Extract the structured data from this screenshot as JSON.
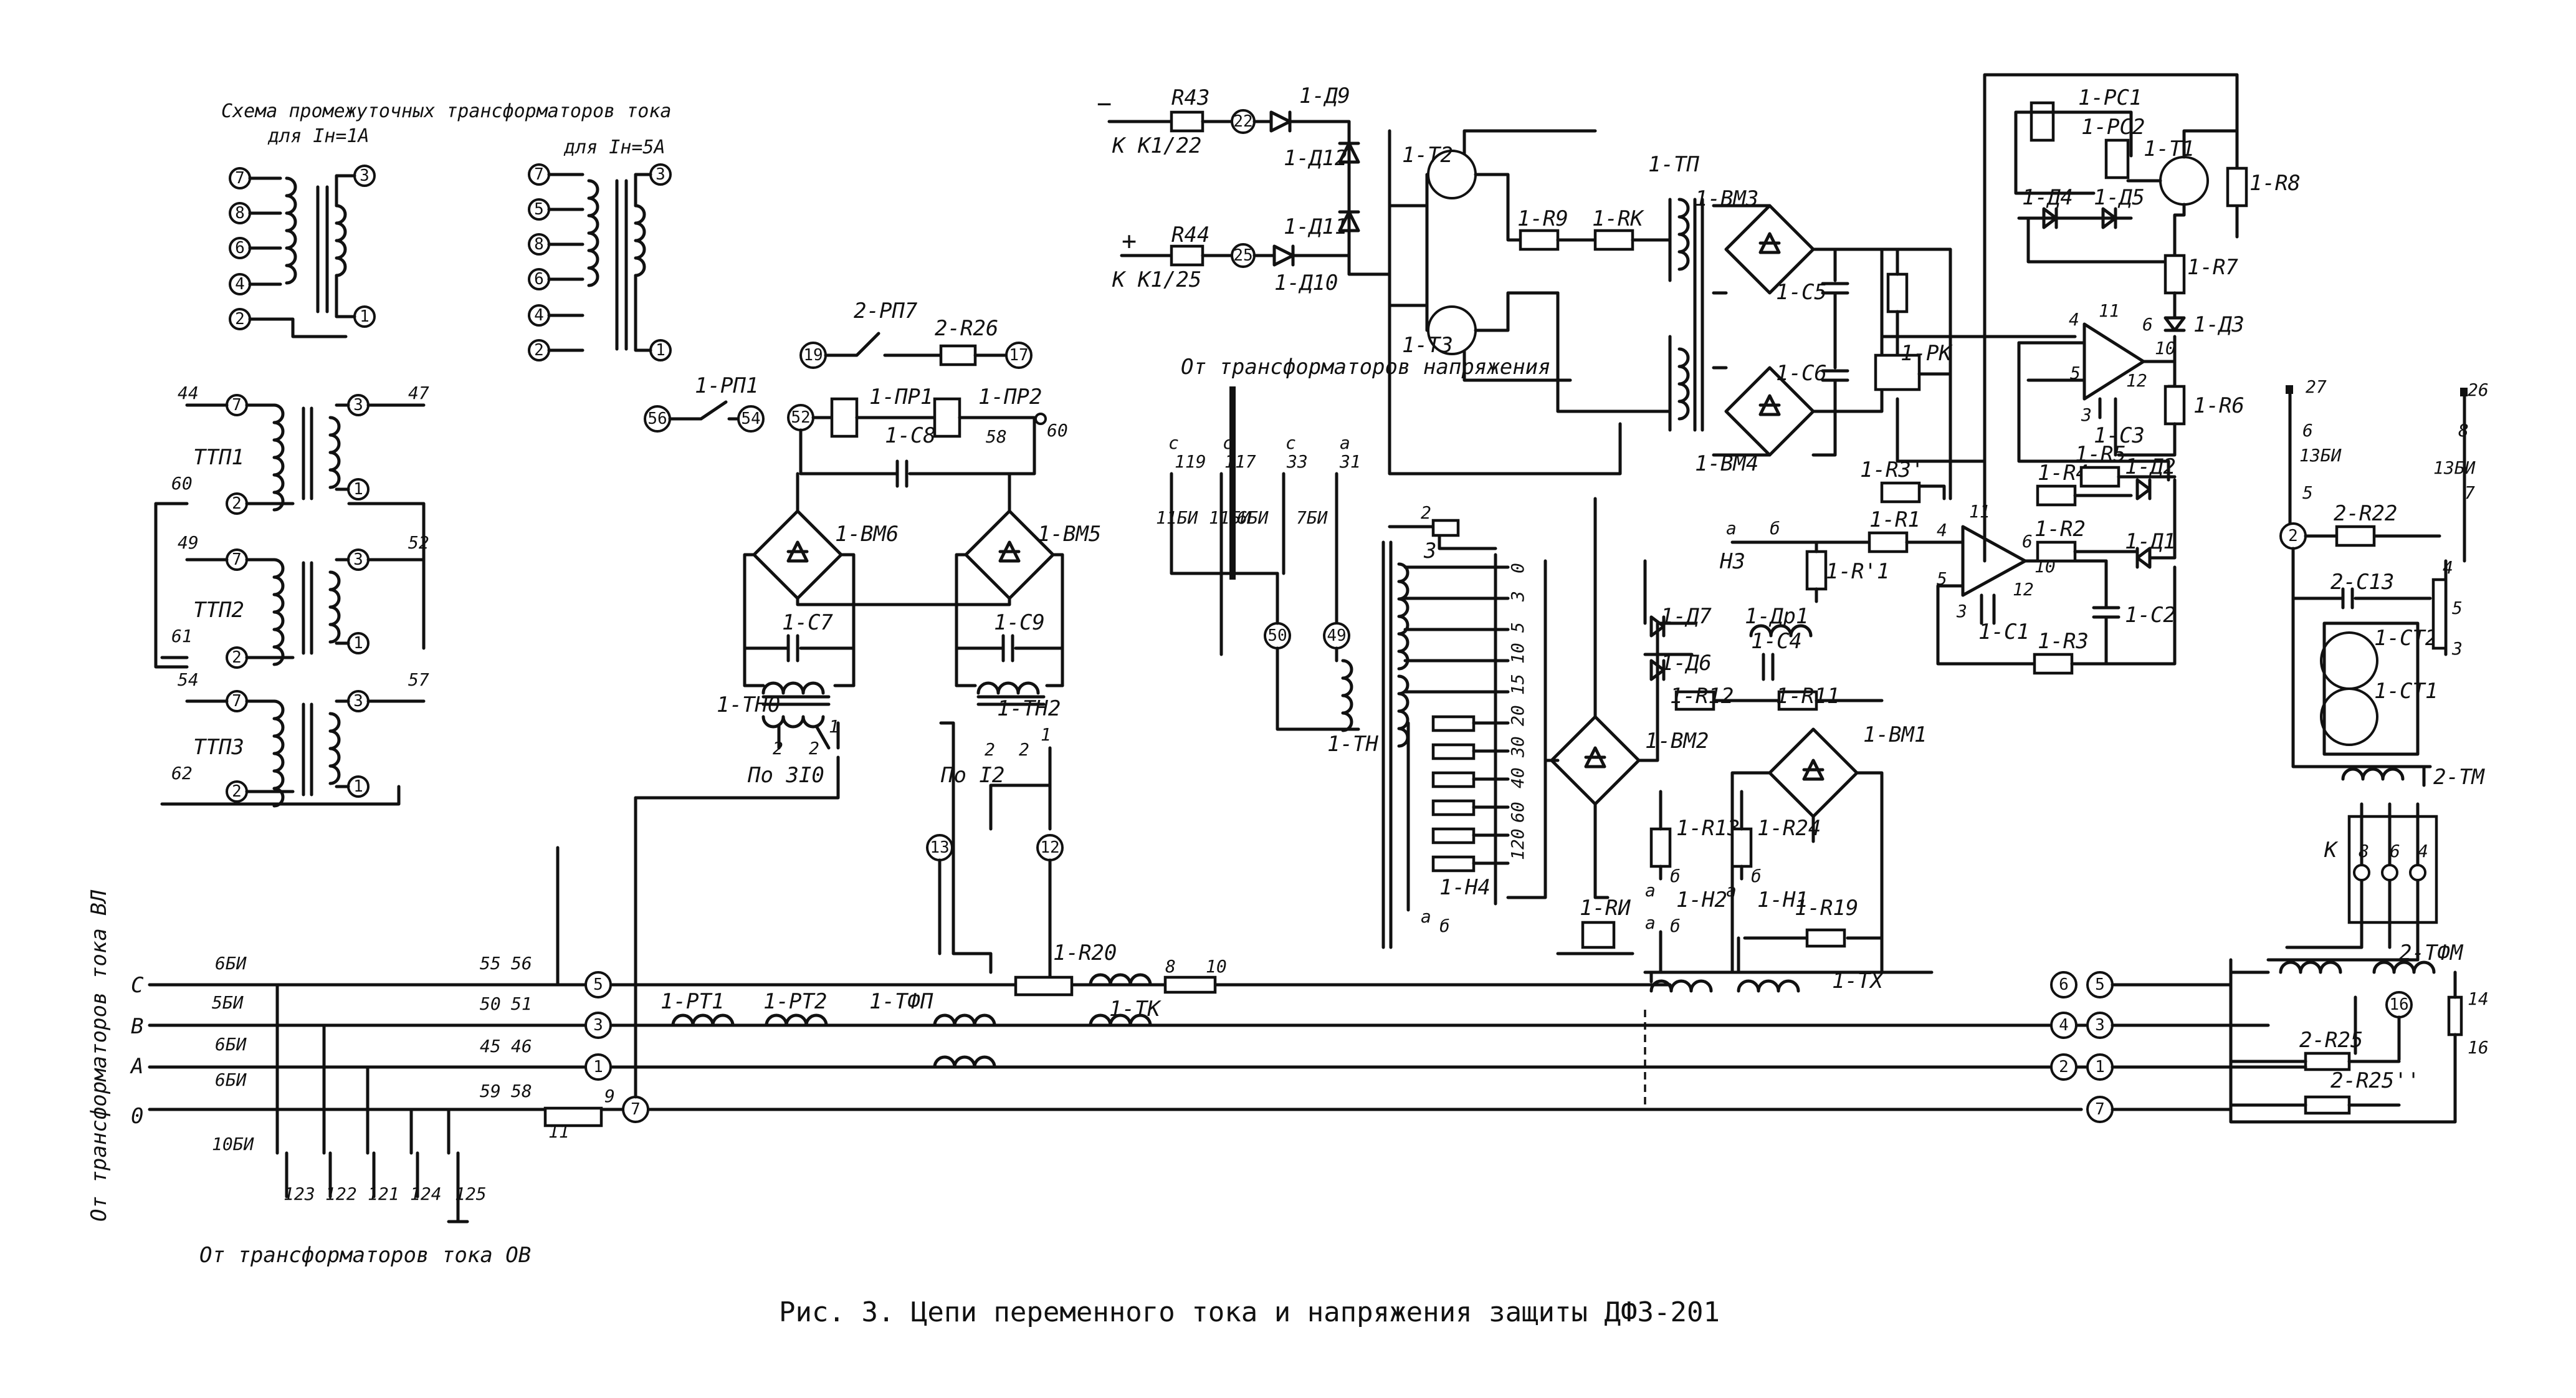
{
  "caption": "Рис. 3. Цепи переменного тока и напряжения защиты ДФЗ-201",
  "headers": {
    "ittp_scheme_line1": "Схема промежуточных трансформаторов тока",
    "ittp_for_1a": "для Iн=1А",
    "ittp_for_5a": "для Iн=5А",
    "from_vl_ct": "От трансформаторов тока ВЛ",
    "from_ob_ct": "От трансформаторов тока ОВ",
    "from_vt": "От трансформаторов напряжения"
  },
  "transformers": {
    "ttp1": "ТТП1",
    "ttp2": "ТТП2",
    "ttp3": "ТТП3",
    "tn0": "1-ТН0",
    "tn2": "1-ТН2",
    "tn": "1-ТН",
    "tp": "1-ТП",
    "tx": "1-ТХ",
    "tm": "2-ТМ",
    "tfm": "2-ТФМ",
    "tk": "1-ТК",
    "tfp": "1-ТФП",
    "rt1": "1-РТ1",
    "rt2": "1-РТ2"
  },
  "components": {
    "r43": "R43",
    "r44": "R44",
    "d9": "1-Д9",
    "d10": "1-Д10",
    "d11": "1-Д11",
    "d12": "1-Д12",
    "t2": "1-Т2",
    "t3": "1-Т3",
    "r9": "1-R9",
    "rk_top": "1-RК",
    "vm3": "1-ВМ3",
    "vm4": "1-ВМ4",
    "c5": "1-С5",
    "c6": "1-С6",
    "rk": "1-РК",
    "rc1": "1-РС1",
    "rc2": "1-РС2",
    "t1": "1-Т1",
    "r8": "1-R8",
    "d4": "1-Д4",
    "d5": "1-Д5",
    "r7": "1-R7",
    "d3": "1-Д3",
    "r6": "1-R6",
    "c3": "1-С3",
    "r5": "1-R5",
    "r4": "1-R4",
    "d2": "1-Д2",
    "r2": "1-R2",
    "d1": "1-Д1",
    "r3p": "1-R3'",
    "r1": "1-R1",
    "r1p": "1-R'1",
    "c1": "1-С1",
    "c2": "1-С2",
    "r3": "1-R3",
    "n3": "Н3",
    "d7": "1-Д7",
    "d6": "1-Д6",
    "dp1": "1-Др1",
    "c4": "1-С4",
    "r12": "1-R12",
    "r11": "1-R11",
    "vm1": "1-ВМ1",
    "vm2": "1-ВМ2",
    "r13": "1-R13",
    "r24": "1-R24",
    "h2": "1-Н2",
    "h1": "1-Н1",
    "r19": "1-R19",
    "h4": "1-Н4",
    "ri": "1-RИ",
    "rp7": "2-РП7",
    "r26": "2-R26",
    "rp1": "1-РП1",
    "pr1": "1-ПР1",
    "pr2": "1-ПР2",
    "c8": "1-С8",
    "vm6": "1-ВМ6",
    "vm5": "1-ВМ5",
    "c7": "1-С7",
    "c9": "1-С9",
    "r20": "1-R20",
    "r22": "2-R22",
    "c13": "2-С13",
    "ct2": "1-СТ2",
    "ct1": "1-СТ1",
    "r25": "2-R25",
    "r25pp": "2-R25''",
    "k": "К",
    "po3i0": "По 3I0",
    "poi2": "По I2"
  },
  "terminals": {
    "k1_22": "К К1/22",
    "k1_25": "К К1/25",
    "minus": "−",
    "plus": "+",
    "t27": "27",
    "t26": "26",
    "b13_left": "13БИ",
    "b13_right": "13БИ",
    "b6": "6БИ",
    "b5": "5БИ",
    "b10": "10БИ",
    "b11a": "11БИ",
    "b11b": "11БИ",
    "b6m": "6БИ",
    "b7": "7БИ",
    "t119": "119",
    "t117": "117",
    "t33": "33",
    "t31": "31",
    "t60": "60",
    "t58": "58",
    "t44": "44",
    "t47": "47",
    "t60l": "60",
    "t49": "49",
    "t52": "52",
    "t61": "61",
    "t54": "54",
    "t57": "57",
    "t62": "62",
    "t55": "55",
    "t56": "56",
    "t50": "50",
    "t51": "51",
    "t45": "45",
    "t46": "46",
    "t59": "59",
    "t58b": "58",
    "t123": "123",
    "t122": "122",
    "t121": "121",
    "t124": "124",
    "t125": "125",
    "t14": "14",
    "t16": "16",
    "t8": "8",
    "t10": "10",
    "t11": "11",
    "t9": "9"
  },
  "phases": [
    "С",
    "В",
    "А",
    "0"
  ],
  "tap_numbers": [
    "0",
    "3",
    "5",
    "10",
    "15",
    "20",
    "30",
    "40",
    "60",
    "120"
  ]
}
